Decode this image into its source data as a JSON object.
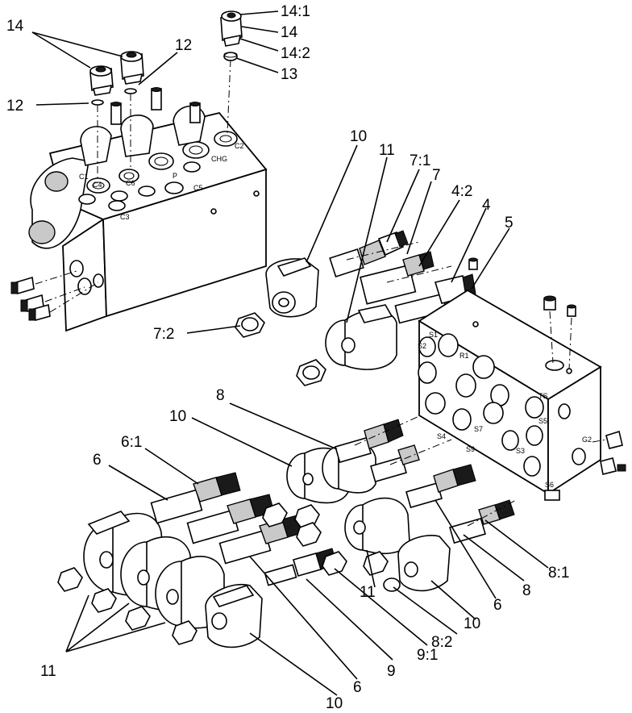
{
  "callouts": [
    {
      "id": "c14a",
      "text": "14"
    },
    {
      "id": "c12a",
      "text": "12"
    },
    {
      "id": "c12b",
      "text": "12"
    },
    {
      "id": "c14_1",
      "text": "14:1"
    },
    {
      "id": "c14b",
      "text": "14"
    },
    {
      "id": "c14_2",
      "text": "14:2"
    },
    {
      "id": "c13",
      "text": "13"
    },
    {
      "id": "c10a",
      "text": "10"
    },
    {
      "id": "c11a",
      "text": "11"
    },
    {
      "id": "c7_1",
      "text": "7:1"
    },
    {
      "id": "c7",
      "text": "7"
    },
    {
      "id": "c4_2",
      "text": "4:2"
    },
    {
      "id": "c4",
      "text": "4"
    },
    {
      "id": "c5",
      "text": "5"
    },
    {
      "id": "c7_2",
      "text": "7:2"
    },
    {
      "id": "c8a",
      "text": "8"
    },
    {
      "id": "c10b",
      "text": "10"
    },
    {
      "id": "c6_1",
      "text": "6:1"
    },
    {
      "id": "c6a",
      "text": "6"
    },
    {
      "id": "c11b",
      "text": "11"
    },
    {
      "id": "c11c",
      "text": "11"
    },
    {
      "id": "c10c",
      "text": "10"
    },
    {
      "id": "c6b",
      "text": "6"
    },
    {
      "id": "c9",
      "text": "9"
    },
    {
      "id": "c9_1",
      "text": "9:1"
    },
    {
      "id": "c8_2",
      "text": "8:2"
    },
    {
      "id": "c10d",
      "text": "10"
    },
    {
      "id": "c6c",
      "text": "6"
    },
    {
      "id": "c8b",
      "text": "8"
    },
    {
      "id": "c8_1",
      "text": "8:1"
    }
  ],
  "port_labels": {
    "upper_manifold": [
      "C4",
      "C6",
      "C3",
      "C5",
      "P",
      "CHG",
      "C2",
      "C1"
    ],
    "lower_manifold": [
      "S1",
      "S2",
      "R1",
      "TS",
      "S5",
      "S7",
      "S3",
      "S4",
      "S9",
      "G2",
      "S6"
    ]
  },
  "colors": {
    "ink": "#000000",
    "paper": "#ffffff",
    "shade": "#c9c9c9"
  }
}
